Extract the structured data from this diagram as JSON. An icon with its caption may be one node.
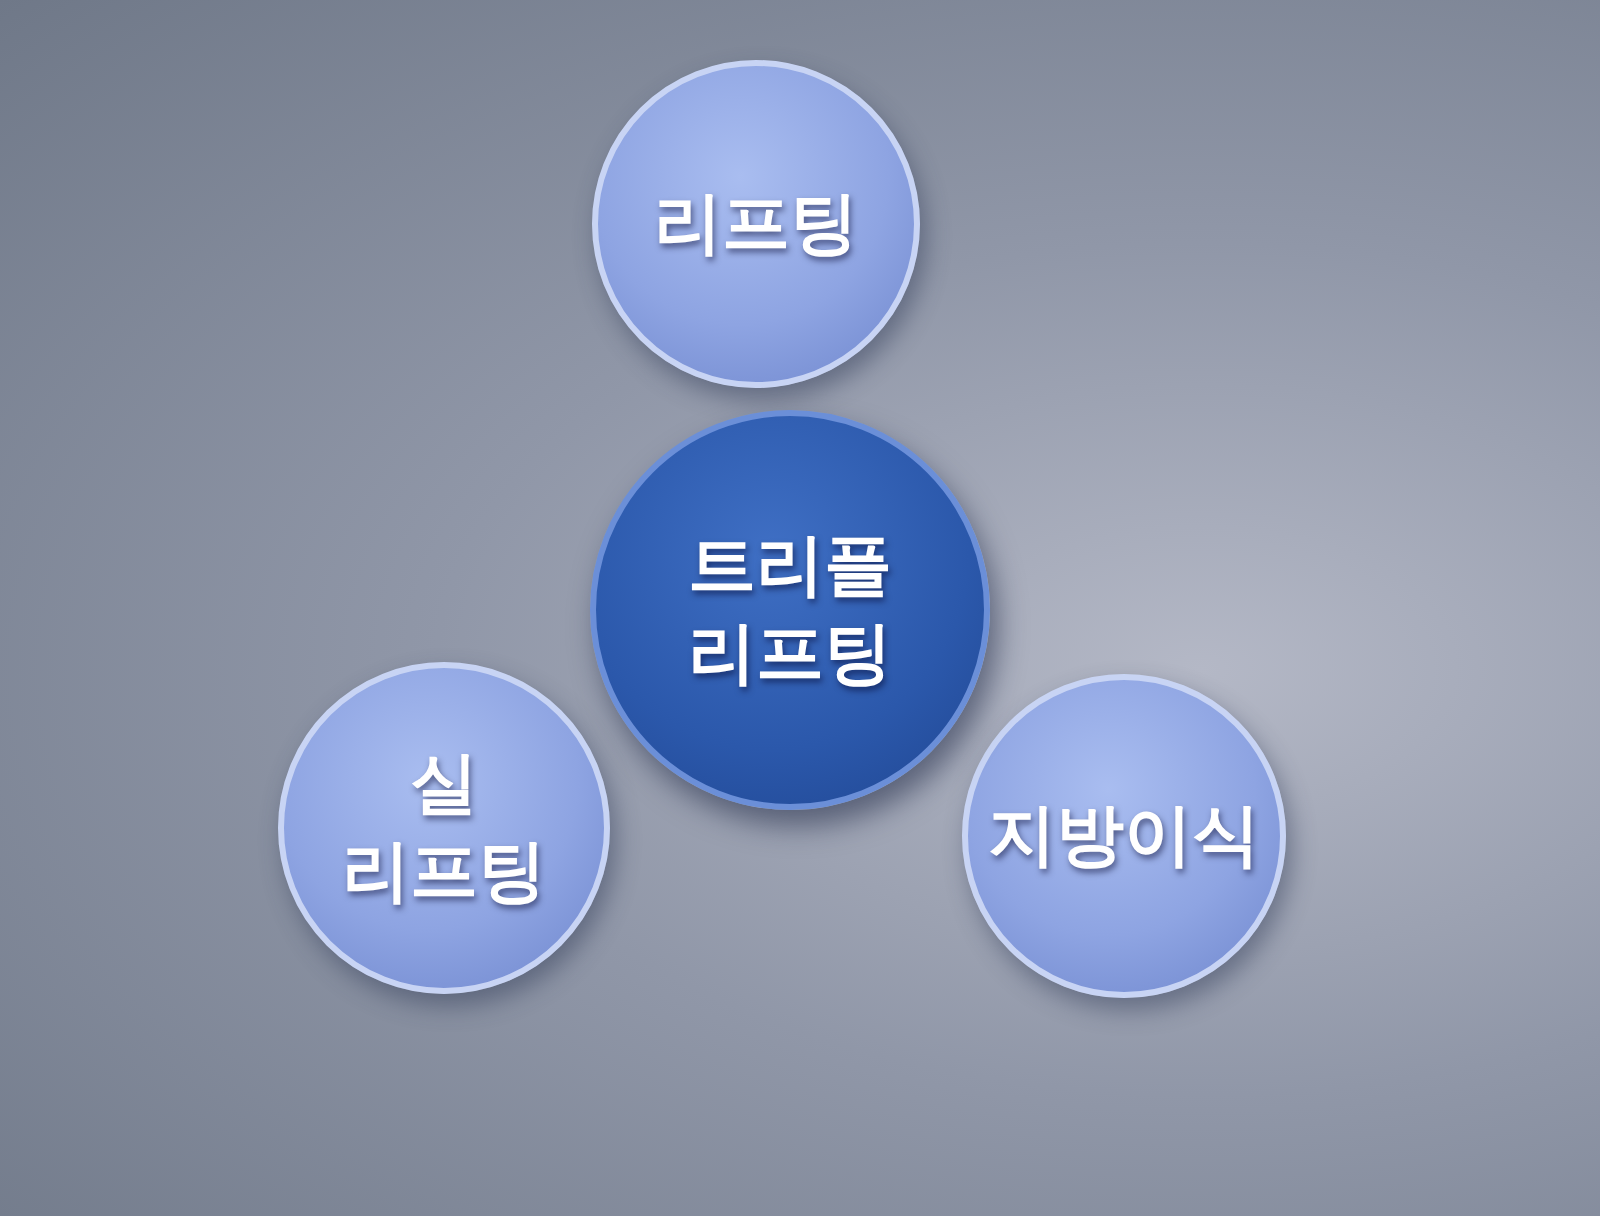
{
  "diagram": {
    "nodes": [
      {
        "text": [
          "트리플 리프팅"
        ]
      },
      {
        "text": [
          "리프팅"
        ]
      },
      {
        "text": [
          "실 리프팅"
        ]
      },
      {
        "text": [
          "지방이식"
        ]
      }
    ]
  }
}
